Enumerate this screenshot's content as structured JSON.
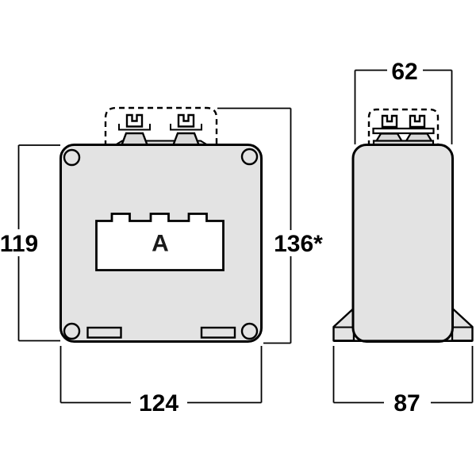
{
  "drawing": {
    "front_view": {
      "aperture_label": "A",
      "dimensions": {
        "body_height": "119",
        "body_width": "124",
        "overall_height": "136*"
      }
    },
    "side_view": {
      "dimensions": {
        "body_depth": "62",
        "base_width": "87"
      }
    },
    "colors": {
      "body_fill": "#e3e3e3",
      "detail_fill": "#d9d9d9",
      "screw_fill": "#ffffff",
      "outline": "#000000",
      "background": "#ffffff"
    }
  }
}
